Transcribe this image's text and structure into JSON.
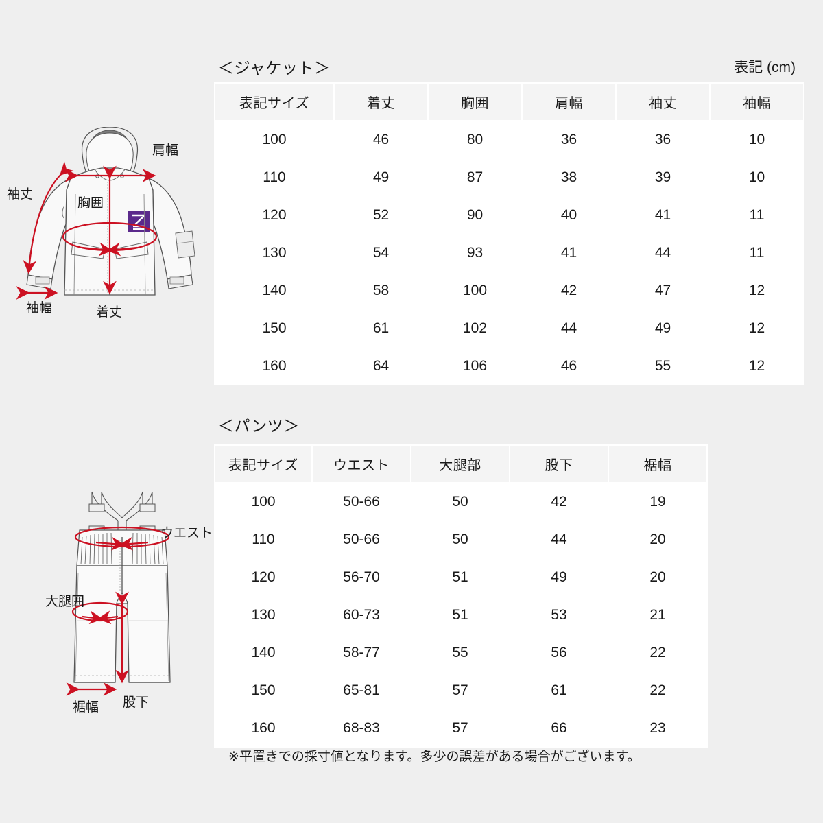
{
  "page": {
    "background_color": "#efefef",
    "unit_note": "表記 (cm)",
    "footnote": "※平置きでの採寸値となります。多少の誤差がある場合がございます。",
    "accent_color": "#cc1122",
    "logo_color": "#5b2a8c"
  },
  "jacket": {
    "title": "＜ジャケット＞",
    "columns": [
      "表記サイズ",
      "着丈",
      "胸囲",
      "肩幅",
      "袖丈",
      "袖幅"
    ],
    "rows": [
      [
        "100",
        "46",
        "80",
        "36",
        "36",
        "10"
      ],
      [
        "110",
        "49",
        "87",
        "38",
        "39",
        "10"
      ],
      [
        "120",
        "52",
        "90",
        "40",
        "41",
        "11"
      ],
      [
        "130",
        "54",
        "93",
        "41",
        "44",
        "11"
      ],
      [
        "140",
        "58",
        "100",
        "42",
        "47",
        "12"
      ],
      [
        "150",
        "61",
        "102",
        "44",
        "49",
        "12"
      ],
      [
        "160",
        "64",
        "106",
        "46",
        "55",
        "12"
      ]
    ],
    "diagram_labels": {
      "shoulder": "肩幅",
      "sleeve_length": "袖丈",
      "chest": "胸囲",
      "sleeve_width": "袖幅",
      "body_length": "着丈"
    }
  },
  "pants": {
    "title": "＜パンツ＞",
    "columns": [
      "表記サイズ",
      "ウエスト",
      "大腿部",
      "股下",
      "裾幅"
    ],
    "rows": [
      [
        "100",
        "50-66",
        "50",
        "42",
        "19"
      ],
      [
        "110",
        "50-66",
        "50",
        "44",
        "20"
      ],
      [
        "120",
        "56-70",
        "51",
        "49",
        "20"
      ],
      [
        "130",
        "60-73",
        "51",
        "53",
        "21"
      ],
      [
        "140",
        "58-77",
        "55",
        "56",
        "22"
      ],
      [
        "150",
        "65-81",
        "57",
        "61",
        "22"
      ],
      [
        "160",
        "68-83",
        "57",
        "66",
        "23"
      ]
    ],
    "diagram_labels": {
      "waist": "ウエスト",
      "thigh": "大腿囲",
      "hem_width": "裾幅",
      "inseam": "股下"
    }
  }
}
